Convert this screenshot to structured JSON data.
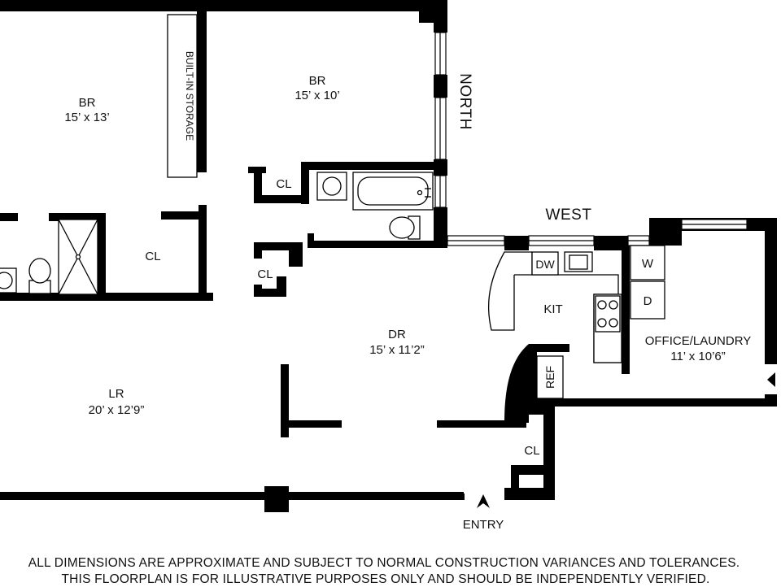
{
  "rooms": {
    "br_west": {
      "name": "BR",
      "dim": "15’ x 13’"
    },
    "br_north": {
      "name": "BR",
      "dim": "15’ x 10’"
    },
    "lr": {
      "name": "LR",
      "dim": "20’ x 12’9”"
    },
    "dr": {
      "name": "DR",
      "dim": "15’ x 11’2”"
    },
    "kit": {
      "name": "KIT"
    },
    "office": {
      "name": "OFFICE/LAUNDRY",
      "dim": "11’ x 10’6”"
    }
  },
  "labels": {
    "storage": "BUILT-IN STORAGE",
    "cl": "CL",
    "dw": "DW",
    "ref": "REF",
    "washer": "W",
    "dryer": "D",
    "entry": "ENTRY"
  },
  "compass": {
    "north": "NORTH",
    "west": "WEST"
  },
  "disclaimer": {
    "line1": "ALL DIMENSIONS ARE APPROXIMATE AND SUBJECT TO NORMAL CONSTRUCTION VARIANCES AND TOLERANCES.",
    "line2": "THIS FLOORPLAN IS FOR ILLUSTRATIVE PURPOSES ONLY AND SHOULD BE INDEPENDENTLY VERIFIED."
  }
}
